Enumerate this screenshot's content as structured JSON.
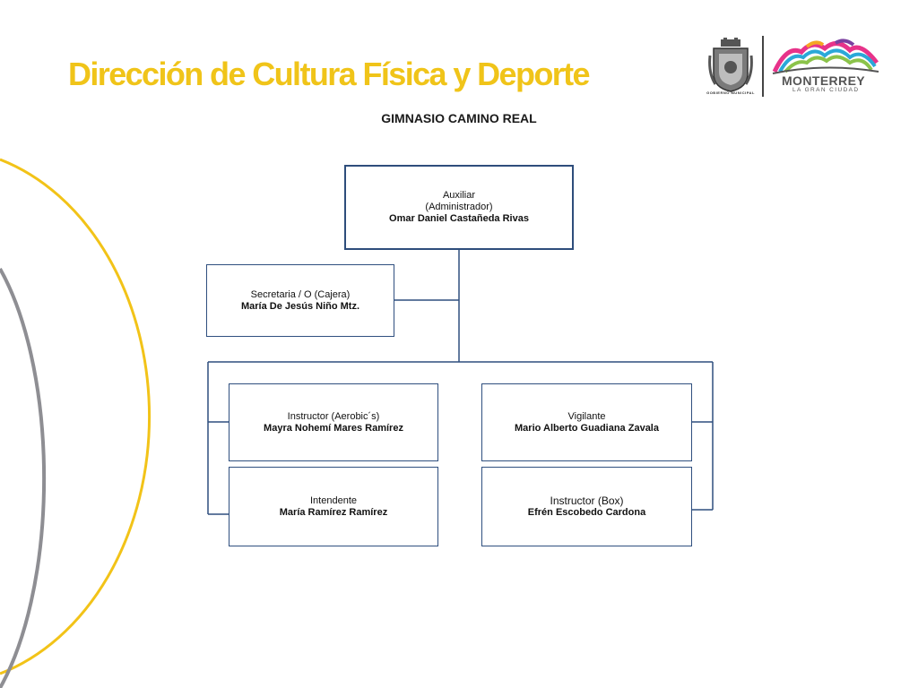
{
  "header": {
    "title": "Dirección de Cultura Física y Deporte",
    "subtitle": "GIMNASIO CAMINO REAL"
  },
  "logos": {
    "seal_caption": "GOBIERNO MUNICIPAL",
    "city_name": "MONTERREY",
    "city_tagline": "LA GRAN CIUDAD"
  },
  "colors": {
    "title_yellow": "#f0c419",
    "box_border": "#2f4f7f",
    "arc_yellow": "#f2c318",
    "arc_gray": "#8e8e93"
  },
  "org": {
    "head": {
      "lines": [
        "Auxiliar",
        "(Administrador)"
      ],
      "name": "Omar Daniel Castañeda Rivas"
    },
    "secretary": {
      "role": "Secretaria / O (Cajera)",
      "name": "María De Jesús Niño Mtz."
    },
    "instructor_aerobics": {
      "role": "Instructor (Aerobic´s)",
      "name": "Mayra Nohemí Mares Ramírez"
    },
    "vigilante": {
      "role": "Vigilante",
      "name": "Mario Alberto Guadiana Zavala"
    },
    "intendente": {
      "role": "Intendente",
      "name": "María Ramírez Ramírez"
    },
    "instructor_box": {
      "role": "Instructor (Box)",
      "name": "Efrén Escobedo Cardona"
    }
  }
}
